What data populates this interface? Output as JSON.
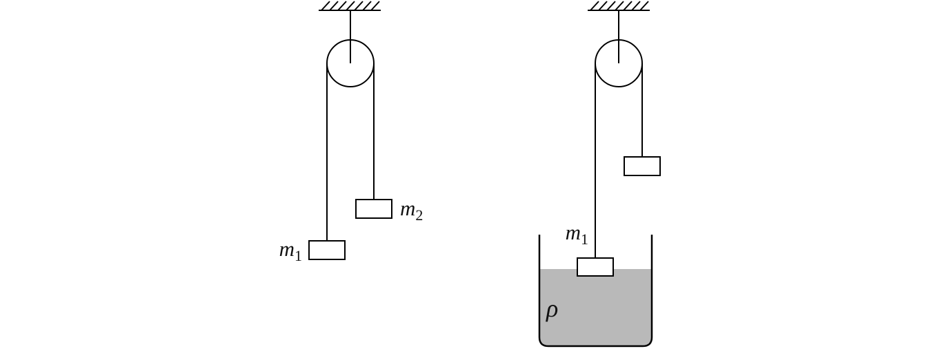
{
  "figure": {
    "colors": {
      "line": "#000000",
      "liquid": "#b9b9b9",
      "background": "#ffffff"
    },
    "left_system": {
      "mass1": {
        "base": "m",
        "sub": "1"
      },
      "mass2": {
        "base": "m",
        "sub": "2"
      }
    },
    "right_system": {
      "mass1": {
        "base": "m",
        "sub": "1"
      },
      "density": "ρ"
    }
  }
}
